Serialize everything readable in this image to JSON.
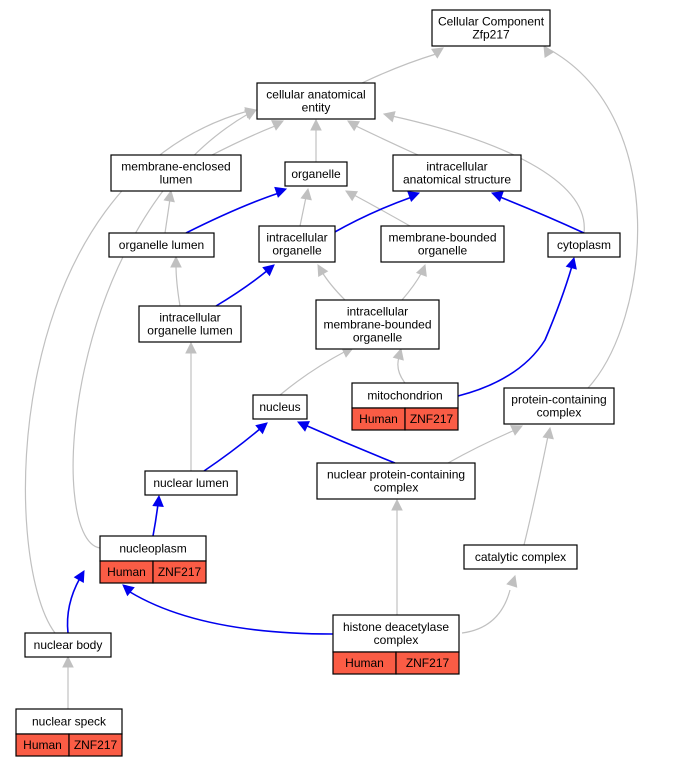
{
  "nodes": {
    "cellular_component": {
      "lines": [
        "Cellular Component",
        "Zfp217"
      ]
    },
    "cellular_anatomical_entity": {
      "lines": [
        "cellular anatomical",
        "entity"
      ]
    },
    "membrane_enclosed_lumen": {
      "lines": [
        "membrane-enclosed",
        "lumen"
      ]
    },
    "organelle": {
      "lines": [
        "organelle"
      ]
    },
    "intracellular_anatomical_structure": {
      "lines": [
        "intracellular",
        "anatomical structure"
      ]
    },
    "organelle_lumen": {
      "lines": [
        "organelle lumen"
      ]
    },
    "intracellular_organelle": {
      "lines": [
        "intracellular",
        "organelle"
      ]
    },
    "membrane_bounded_organelle": {
      "lines": [
        "membrane-bounded",
        "organelle"
      ]
    },
    "cytoplasm": {
      "lines": [
        "cytoplasm"
      ]
    },
    "intracellular_organelle_lumen": {
      "lines": [
        "intracellular",
        "organelle lumen"
      ]
    },
    "intracellular_membrane_bounded_organelle": {
      "lines": [
        "intracellular",
        "membrane-bounded",
        "organelle"
      ]
    },
    "mitochondrion": {
      "lines": [
        "mitochondrion"
      ],
      "annotation": [
        "Human",
        "ZNF217"
      ]
    },
    "protein_containing_complex": {
      "lines": [
        "protein-containing",
        "complex"
      ]
    },
    "nucleus": {
      "lines": [
        "nucleus"
      ]
    },
    "nuclear_lumen": {
      "lines": [
        "nuclear lumen"
      ]
    },
    "nuclear_protein_containing_complex": {
      "lines": [
        "nuclear protein-containing",
        "complex"
      ]
    },
    "nucleoplasm": {
      "lines": [
        "nucleoplasm"
      ],
      "annotation": [
        "Human",
        "ZNF217"
      ]
    },
    "catalytic_complex": {
      "lines": [
        "catalytic complex"
      ]
    },
    "histone_deacetylase_complex": {
      "lines": [
        "histone deacetylase",
        "complex"
      ],
      "annotation": [
        "Human",
        "ZNF217"
      ]
    },
    "nuclear_body": {
      "lines": [
        "nuclear body"
      ]
    },
    "nuclear_speck": {
      "lines": [
        "nuclear speck"
      ],
      "annotation": [
        "Human",
        "ZNF217"
      ]
    }
  },
  "edges": [
    {
      "from": "cellular_anatomical_entity",
      "to": "cellular_component",
      "kind": "is_a"
    },
    {
      "from": "protein_containing_complex",
      "to": "cellular_component",
      "kind": "is_a"
    },
    {
      "from": "membrane_enclosed_lumen",
      "to": "cellular_anatomical_entity",
      "kind": "is_a"
    },
    {
      "from": "organelle",
      "to": "cellular_anatomical_entity",
      "kind": "is_a"
    },
    {
      "from": "intracellular_anatomical_structure",
      "to": "cellular_anatomical_entity",
      "kind": "is_a"
    },
    {
      "from": "cytoplasm",
      "to": "cellular_anatomical_entity",
      "kind": "is_a"
    },
    {
      "from": "nucleoplasm",
      "to": "cellular_anatomical_entity",
      "kind": "is_a"
    },
    {
      "from": "nuclear_body",
      "to": "cellular_anatomical_entity",
      "kind": "is_a"
    },
    {
      "from": "organelle_lumen",
      "to": "membrane_enclosed_lumen",
      "kind": "is_a"
    },
    {
      "from": "organelle_lumen",
      "to": "organelle",
      "kind": "part_of"
    },
    {
      "from": "intracellular_organelle",
      "to": "organelle",
      "kind": "is_a"
    },
    {
      "from": "membrane_bounded_organelle",
      "to": "organelle",
      "kind": "is_a"
    },
    {
      "from": "intracellular_organelle",
      "to": "intracellular_anatomical_structure",
      "kind": "part_of"
    },
    {
      "from": "cytoplasm",
      "to": "intracellular_anatomical_structure",
      "kind": "part_of"
    },
    {
      "from": "intracellular_organelle_lumen",
      "to": "organelle_lumen",
      "kind": "is_a"
    },
    {
      "from": "intracellular_organelle_lumen",
      "to": "intracellular_organelle",
      "kind": "part_of"
    },
    {
      "from": "intracellular_membrane_bounded_organelle",
      "to": "intracellular_organelle",
      "kind": "is_a"
    },
    {
      "from": "intracellular_membrane_bounded_organelle",
      "to": "membrane_bounded_organelle",
      "kind": "is_a"
    },
    {
      "from": "mitochondrion",
      "to": "intracellular_membrane_bounded_organelle",
      "kind": "is_a"
    },
    {
      "from": "mitochondrion",
      "to": "cytoplasm",
      "kind": "part_of"
    },
    {
      "from": "nucleus",
      "to": "intracellular_membrane_bounded_organelle",
      "kind": "is_a"
    },
    {
      "from": "nuclear_lumen",
      "to": "intracellular_organelle_lumen",
      "kind": "is_a"
    },
    {
      "from": "nuclear_lumen",
      "to": "nucleus",
      "kind": "part_of"
    },
    {
      "from": "nuclear_protein_containing_complex",
      "to": "nucleus",
      "kind": "part_of"
    },
    {
      "from": "nuclear_protein_containing_complex",
      "to": "protein_containing_complex",
      "kind": "is_a"
    },
    {
      "from": "nucleoplasm",
      "to": "nuclear_lumen",
      "kind": "part_of"
    },
    {
      "from": "catalytic_complex",
      "to": "protein_containing_complex",
      "kind": "is_a"
    },
    {
      "from": "histone_deacetylase_complex",
      "to": "nuclear_protein_containing_complex",
      "kind": "is_a"
    },
    {
      "from": "histone_deacetylase_complex",
      "to": "catalytic_complex",
      "kind": "is_a"
    },
    {
      "from": "histone_deacetylase_complex",
      "to": "nucleoplasm",
      "kind": "part_of"
    },
    {
      "from": "nuclear_body",
      "to": "nucleoplasm",
      "kind": "part_of"
    },
    {
      "from": "nuclear_speck",
      "to": "nuclear_body",
      "kind": "is_a"
    }
  ],
  "colors": {
    "is_a_edge": "#c0c0c0",
    "part_of_edge": "#0000ee",
    "annotation_fill": "#fa5c45",
    "node_fill": "#ffffff",
    "node_border": "#000000"
  }
}
